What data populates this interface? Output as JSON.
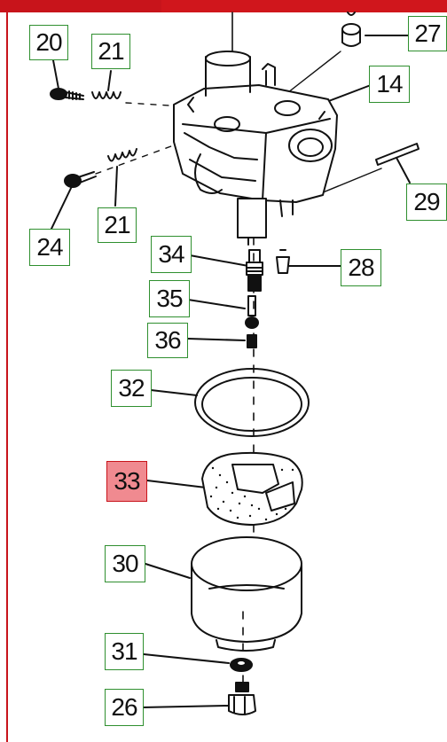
{
  "diagram": {
    "highlighted_part": "33",
    "callouts": [
      {
        "id": "20",
        "label": "20"
      },
      {
        "id": "21a",
        "label": "21"
      },
      {
        "id": "27",
        "label": "27"
      },
      {
        "id": "14",
        "label": "14"
      },
      {
        "id": "24",
        "label": "24"
      },
      {
        "id": "21b",
        "label": "21"
      },
      {
        "id": "29",
        "label": "29"
      },
      {
        "id": "34",
        "label": "34"
      },
      {
        "id": "28",
        "label": "28"
      },
      {
        "id": "35",
        "label": "35"
      },
      {
        "id": "36",
        "label": "36"
      },
      {
        "id": "32",
        "label": "32"
      },
      {
        "id": "33",
        "label": "33"
      },
      {
        "id": "30",
        "label": "30"
      },
      {
        "id": "31",
        "label": "31"
      },
      {
        "id": "26",
        "label": "26"
      }
    ]
  },
  "colors": {
    "accent_red": "#c8141b",
    "callout_border": "#2f8f2f",
    "highlight_fill": "#f08a90"
  }
}
